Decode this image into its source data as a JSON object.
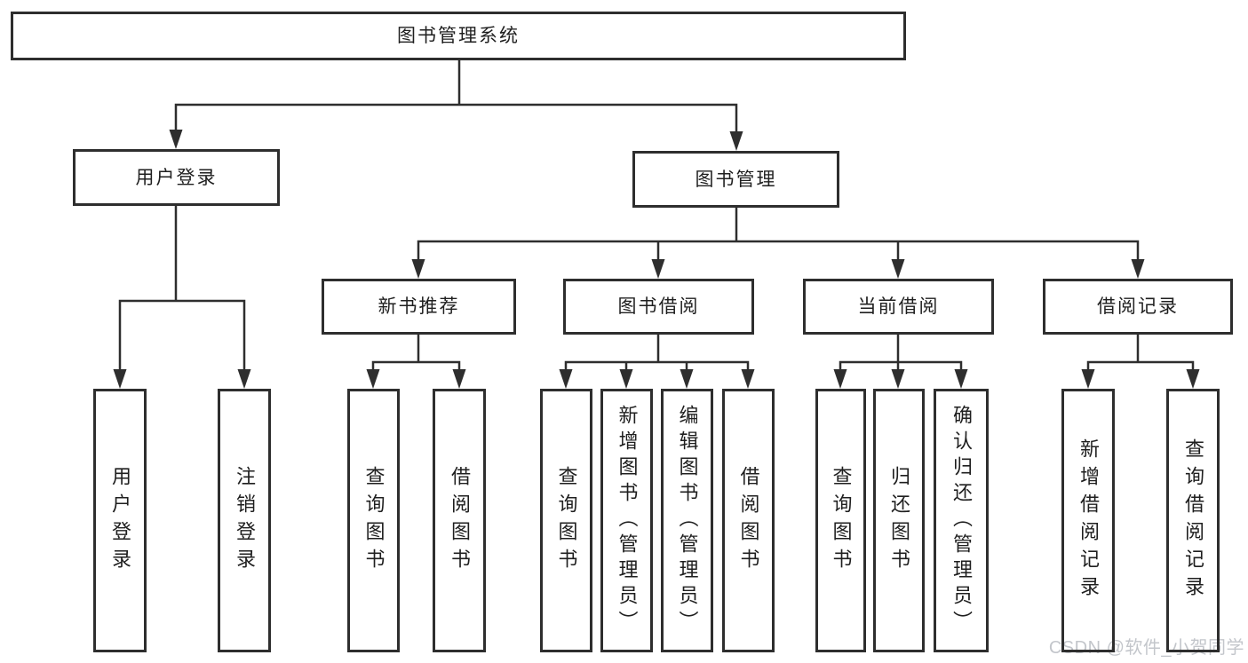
{
  "diagram_title": "图书管理系统",
  "colors": {
    "line": "#2e2e2e",
    "box_border": "#2e2e2e",
    "text": "#1f1f1f",
    "background": "#ffffff",
    "watermark": "#c3c6cb"
  },
  "nodes": {
    "root": {
      "label": "图书管理系统"
    },
    "user_login": {
      "label": "用户登录"
    },
    "book_mgmt": {
      "label": "图书管理"
    },
    "new_book_rec": {
      "label": "新书推荐"
    },
    "book_borrow": {
      "label": "图书借阅"
    },
    "current_borrow": {
      "label": "当前借阅"
    },
    "borrow_records": {
      "label": "借阅记录"
    },
    "leaf_user_login": {
      "label": "用户登录"
    },
    "leaf_logout": {
      "label": "注销登录"
    },
    "leaf_query_books_a": {
      "label": "查询图书"
    },
    "leaf_borrow_books_a": {
      "label": "借阅图书"
    },
    "leaf_query_books_b": {
      "label": "查询图书"
    },
    "leaf_add_books": {
      "label": "新增图书（管理员）"
    },
    "leaf_edit_books": {
      "label": "编辑图书（管理员）"
    },
    "leaf_borrow_books_b": {
      "label": "借阅图书"
    },
    "leaf_query_books_c": {
      "label": "查询图书"
    },
    "leaf_return_books": {
      "label": "归还图书"
    },
    "leaf_confirm_return": {
      "label": "确认归还（管理员）"
    },
    "leaf_add_record": {
      "label": "新增借阅记录"
    },
    "leaf_query_record": {
      "label": "查询借阅记录"
    }
  },
  "hierarchy": {
    "图书管理系统": {
      "用户登录": [
        "用户登录",
        "注销登录"
      ],
      "图书管理": {
        "新书推荐": [
          "查询图书",
          "借阅图书"
        ],
        "图书借阅": [
          "查询图书",
          "新增图书（管理员）",
          "编辑图书（管理员）",
          "借阅图书"
        ],
        "当前借阅": [
          "查询图书",
          "归还图书",
          "确认归还（管理员）"
        ],
        "借阅记录": [
          "新增借阅记录",
          "查询借阅记录"
        ]
      }
    }
  },
  "watermark": {
    "text": "CSDN @软件_小贺同学"
  }
}
